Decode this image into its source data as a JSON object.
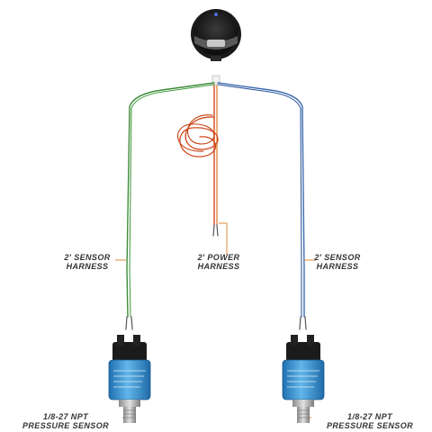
{
  "labels": {
    "left_harness": [
      "2' SENSOR",
      "HARNESS"
    ],
    "power_harness": [
      "2' POWER",
      "HARNESS"
    ],
    "right_harness": [
      "2' SENSOR",
      "HARNESS"
    ],
    "left_sensor": [
      "1/8-27 NPT",
      "PRESSURE SENSOR"
    ],
    "right_sensor": [
      "1/8-27 NPT",
      "PRESSURE SENSOR"
    ]
  },
  "colors": {
    "green_wire": "#3f8a3a",
    "blue_wire": "#3f6db0",
    "red_wire": "#d24a1e",
    "orange_wire": "#e07820",
    "sensor_body": "#3d9ad6",
    "callout_line": "#e08a3a"
  },
  "icons": {
    "gauge": "gauge-icon",
    "sensor": "pressure-sensor-icon"
  }
}
